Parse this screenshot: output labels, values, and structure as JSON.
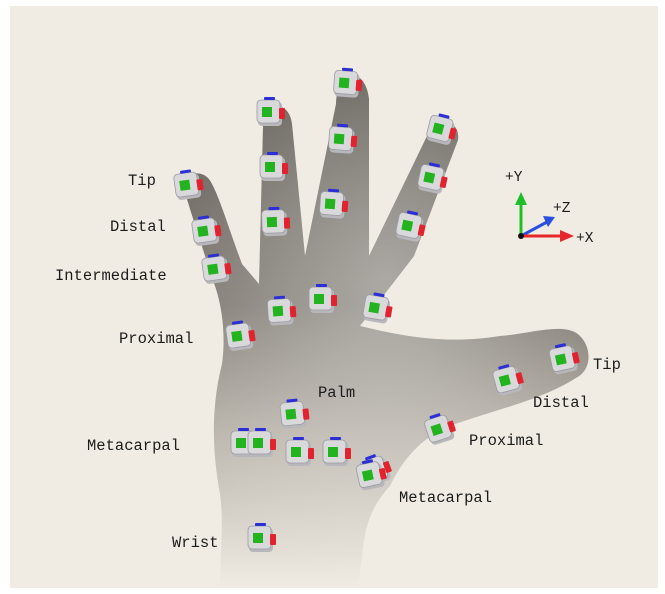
{
  "labels": {
    "finger_tip": "Tip",
    "finger_distal": "Distal",
    "finger_intermediate": "Intermediate",
    "finger_proximal": "Proximal",
    "palm": "Palm",
    "finger_metacarpal": "Metacarpal",
    "wrist": "Wrist",
    "thumb_tip": "Tip",
    "thumb_distal": "Distal",
    "thumb_proximal": "Proximal",
    "thumb_metacarpal": "Metacarpal"
  },
  "axes": {
    "y_label": "+Y",
    "z_label": "+Z",
    "x_label": "+X",
    "colors": {
      "y": "#1fbf2a",
      "z": "#2a4fe0",
      "x": "#e6282a"
    }
  },
  "colors": {
    "background": "#f1ece3",
    "hand_dark": "#6f6a63",
    "hand_light": "#e9e5de",
    "joint_face": "#d9d9dc",
    "joint_green": "#22b31e",
    "joint_red": "#e0232e",
    "joint_blue": "#2b2fd6"
  },
  "joints": [
    "wrist",
    "palm",
    "thumb_metacarpal",
    "thumb_proximal",
    "thumb_distal",
    "thumb_tip",
    "index_metacarpal",
    "index_proximal",
    "index_intermediate",
    "index_distal",
    "index_tip",
    "middle_metacarpal",
    "middle_proximal",
    "middle_intermediate",
    "middle_distal",
    "middle_tip",
    "ring_metacarpal",
    "ring_proximal",
    "ring_intermediate",
    "ring_distal",
    "ring_tip",
    "little_metacarpal",
    "little_proximal",
    "little_intermediate",
    "little_distal",
    "little_tip"
  ]
}
